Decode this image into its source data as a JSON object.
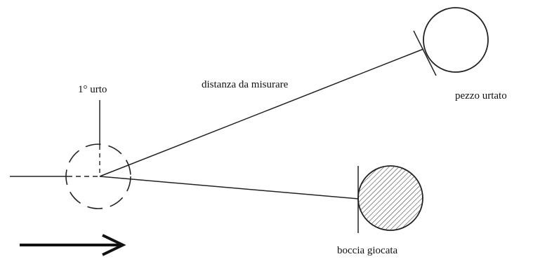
{
  "labels": {
    "first_impact": "1° urto",
    "distance": "distanza da misurare",
    "hit_piece": "pezzo urtato",
    "played_ball": "boccia giocata"
  }
}
